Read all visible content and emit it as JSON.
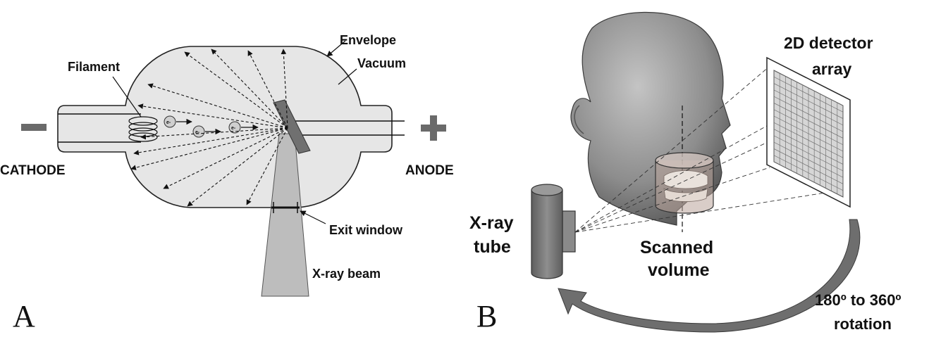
{
  "panel_a": {
    "letter": "A",
    "cathode_label": "CATHODE",
    "anode_label": "ANODE",
    "filament_label": "Filament",
    "envelope_label": "Envelope",
    "vacuum_label": "Vacuum",
    "exit_window_label": "Exit window",
    "beam_label": "X-ray beam",
    "minus_symbol": "minus-sign",
    "plus_symbol": "plus-sign",
    "electron_symbol": "e-"
  },
  "panel_b": {
    "letter": "B",
    "detector_label_line1": "2D detector",
    "detector_label_line2": "array",
    "tube_label_line1": "X-ray",
    "tube_label_line2": "tube",
    "volume_label_line1": "Scanned",
    "volume_label_line2": "volume",
    "rotation_label_line1": "180º to 360º",
    "rotation_label_line2": "rotation"
  },
  "colors": {
    "tube_fill": "#e6e6e6",
    "anode_target": "#707070",
    "beam": "#bdbdbd",
    "xray_tube_body": "#7a7a7a",
    "arrow": "#6e6e6e",
    "head": "#9a9a9a"
  }
}
